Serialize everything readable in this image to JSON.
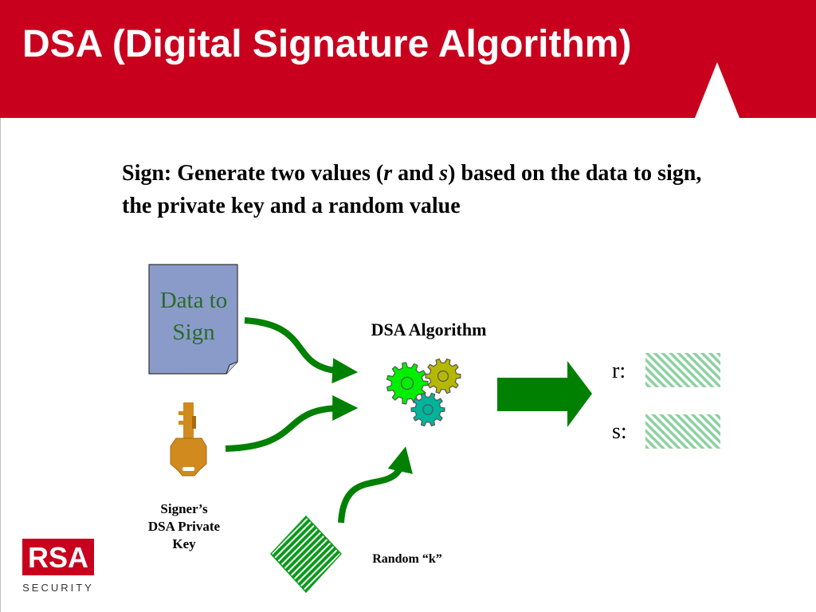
{
  "title": "DSA (Digital Signature Algorithm)",
  "subtitle": {
    "part1": "Sign: Generate two values (",
    "r": "r",
    "and": " and ",
    "s": "s",
    "part2": ") based on the data to sign, the private key and a random value"
  },
  "diagram": {
    "doc_line1": "Data to",
    "doc_line2": "Sign",
    "algorithm_label": "DSA Algorithm",
    "key_line1": "Signer’s",
    "key_line2": "DSA Private",
    "key_line3": "Key",
    "random_label": "Random “k”",
    "r_label": "r:",
    "s_label": "s:"
  },
  "brand": {
    "logo_text": "RSA",
    "logo_subtext": "SECURITY"
  },
  "colors": {
    "title_band": "#c8001e",
    "arrow_green": "#008000",
    "document_fill": "#8a9bc9",
    "key_gold": "#d08a1e",
    "gear_bright": "#00ee00",
    "gear_olive": "#b5b800",
    "gear_teal": "#00b39b",
    "hatch_green": "#8cd1a0"
  }
}
